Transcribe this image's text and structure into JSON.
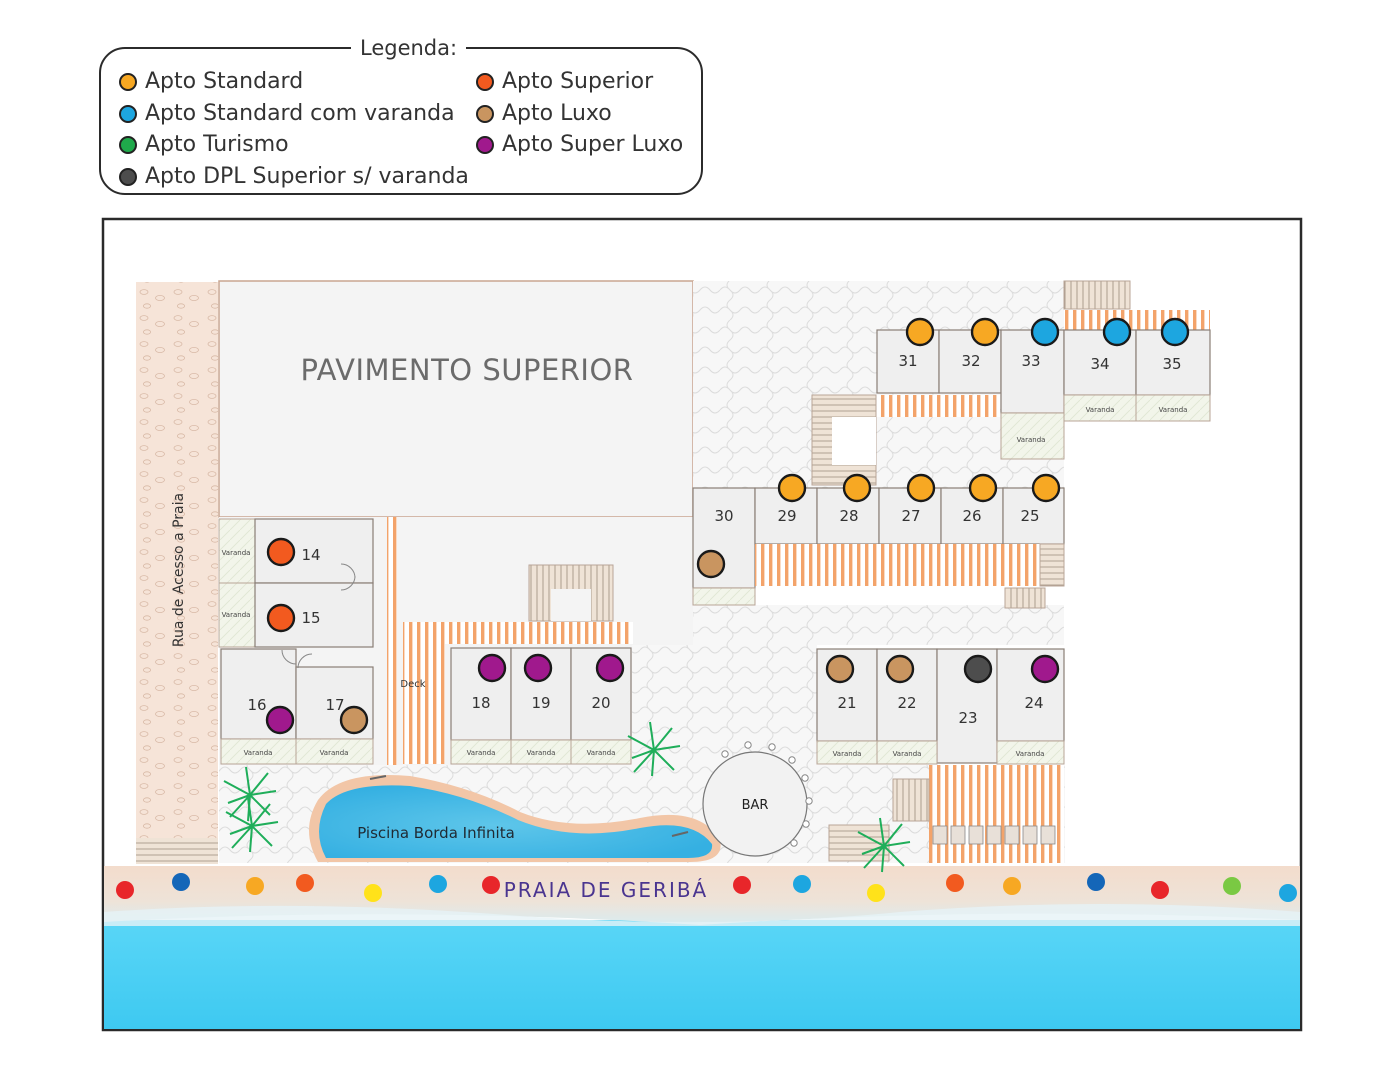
{
  "legend": {
    "title": "Legenda:",
    "items": [
      {
        "label": "Apto Standard",
        "color": "#f7a823"
      },
      {
        "label": "Apto Standard com varanda",
        "color": "#1da6e0"
      },
      {
        "label": "Apto Turismo",
        "color": "#1fa94b"
      },
      {
        "label": "Apto DPL Superior s/ varanda",
        "color": "#4d4d4d"
      },
      {
        "label": "Apto Superior",
        "color": "#f25a1f"
      },
      {
        "label": "Apto Luxo",
        "color": "#c99560"
      },
      {
        "label": "Apto Super Luxo",
        "color": "#a0198d"
      }
    ]
  },
  "map": {
    "floor_title": "PAVIMENTO SUPERIOR",
    "street_label": "Rua de Acesso a Praia",
    "beach_label": "PRAIA DE GERIBÁ",
    "pool_label": "Piscina Borda Infinita",
    "bar_label": "BAR",
    "deck_label": "Deck",
    "balcony_label": "Varanda",
    "rooms": [
      "14",
      "15",
      "16",
      "17",
      "18",
      "19",
      "20",
      "21",
      "22",
      "23",
      "24",
      "25",
      "26",
      "27",
      "28",
      "29",
      "30",
      "31",
      "32",
      "33",
      "34",
      "35"
    ]
  }
}
